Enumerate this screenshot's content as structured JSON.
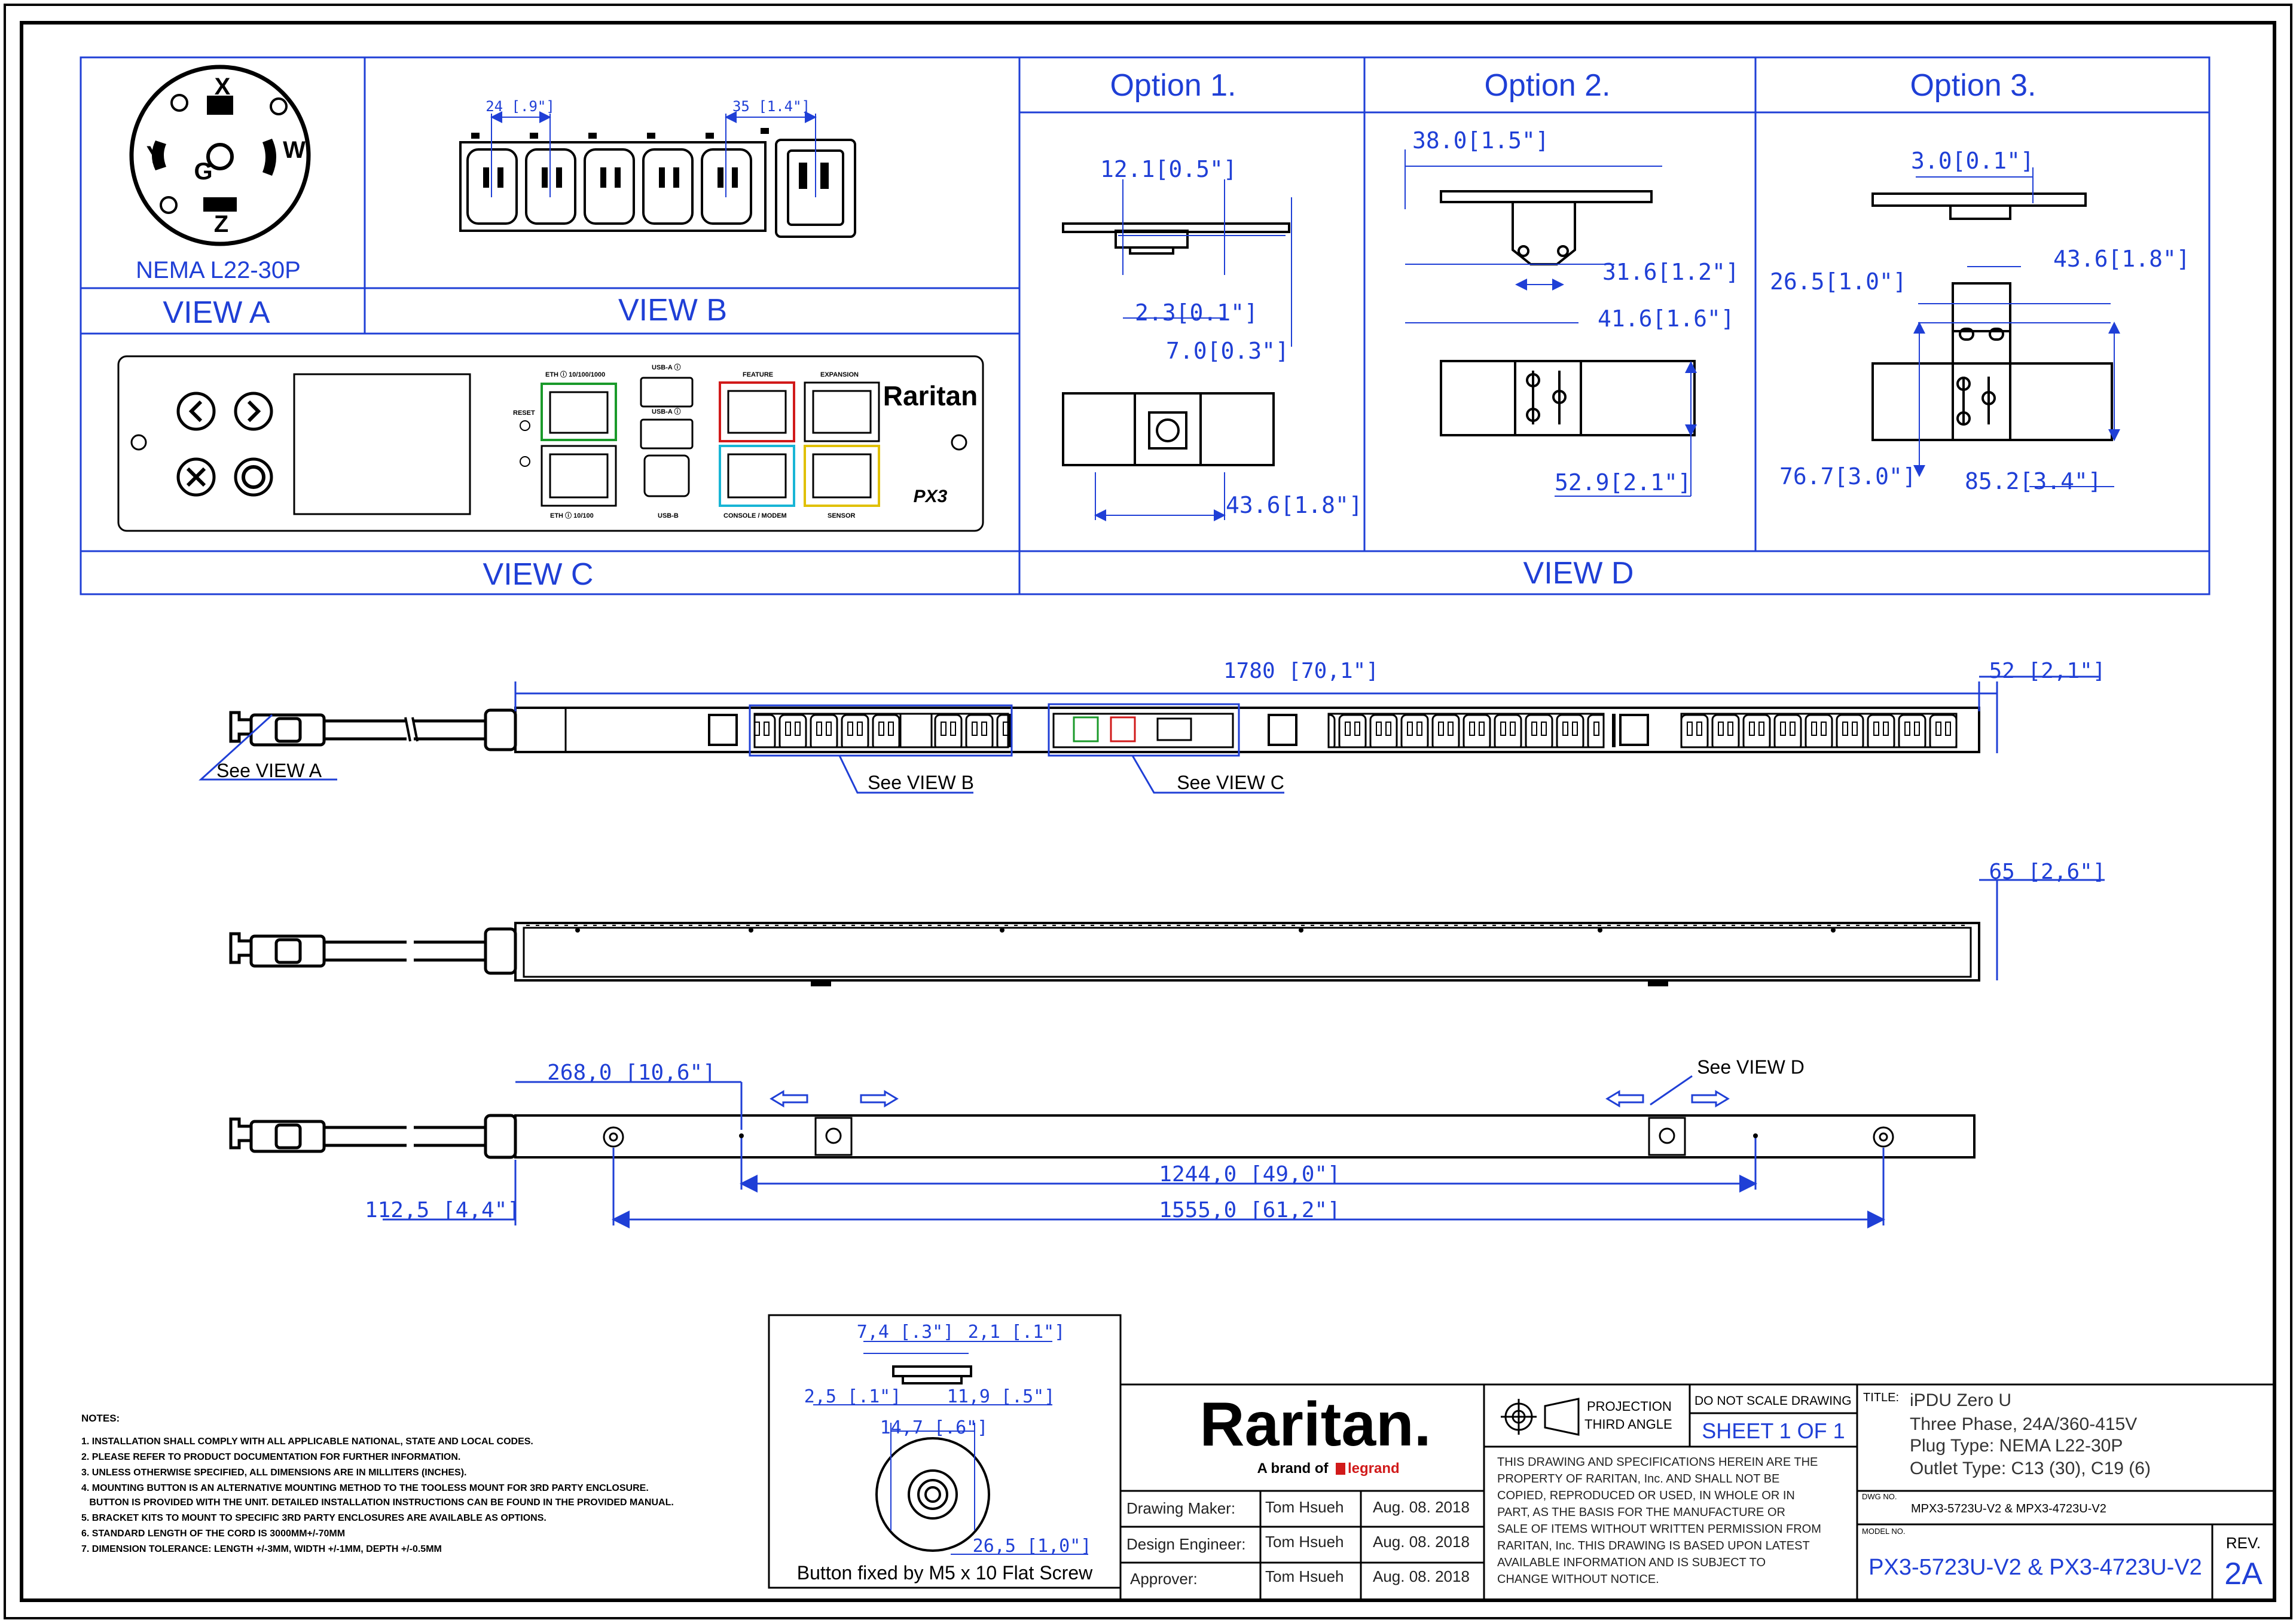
{
  "colors": {
    "frame": "#000000",
    "dimension": "#1f3fd6",
    "label": "#1f3fd6",
    "port_green": "#1a9a2a",
    "port_red": "#d11a1a",
    "port_cyan": "#18b5d5",
    "port_yellow": "#e0c000"
  },
  "views": {
    "view_a": {
      "title": "VIEW A",
      "plug": "NEMA L22-30P",
      "pins": [
        "X",
        "Y",
        "G",
        "W",
        "Z"
      ]
    },
    "view_b": {
      "title": "VIEW B",
      "dim_left": "24 [.9\"]",
      "dim_right": "35 [1.4\"]"
    },
    "view_c": {
      "title": "VIEW C",
      "brand": "Raritan",
      "model_mark": "PX3",
      "port_labels": {
        "eth1": "ETH ⓘ 10/100/1000",
        "usb_a1": "USB-A ⓘ",
        "usb_a2": "USB-A ⓘ",
        "feature": "FEATURE",
        "expansion": "EXPANSION",
        "reset": "RESET",
        "eth2": "ETH ⓘ 10/100",
        "usb_b": "USB-B",
        "console": "CONSOLE / MODEM",
        "sensor": "SENSOR"
      }
    },
    "view_d": {
      "title": "VIEW D",
      "option1": {
        "title": "Option 1.",
        "dims": [
          "12.1[0.5\"]",
          "2.3[0.1\"]",
          "7.0[0.3\"]",
          "43.6[1.8\"]"
        ]
      },
      "option2": {
        "title": "Option  2.",
        "dims": [
          "38.0[1.5\"]",
          "31.6[1.2\"]",
          "41.6[1.6\"]",
          "52.9[2.1\"]"
        ]
      },
      "option3": {
        "title": "Option 3.",
        "dims": [
          "3.0[0.1\"]",
          "43.6[1.8\"]",
          "26.5[1.0\"]",
          "76.7[3.0\"]",
          "85.2[3.4\"]"
        ]
      }
    }
  },
  "main": {
    "dim_length": "1780 [70,1\"]",
    "dim_width": "52 [2,1\"]",
    "dim_depth": "65 [2,6\"]",
    "see_view_a": "See VIEW A",
    "see_view_b": "See VIEW B",
    "see_view_c": "See VIEW C",
    "see_view_d": "See VIEW D",
    "dim_268": "268,0 [10,6\"]",
    "dim_1244": "1244,0 [49,0\"]",
    "dim_112": "112,5 [4,4\"]",
    "dim_1555": "1555,0 [61,2\"]"
  },
  "button_detail": {
    "dims": [
      "7,4 [.3\"]",
      "2,1 [.1\"]",
      "2,5 [.1\"]",
      "11,9 [.5\"]",
      "14,7 [.6\"]",
      "26,5 [1,0\"]"
    ],
    "caption": "Button fixed by M5 x 10 Flat Screw"
  },
  "notes": {
    "title": "NOTES:",
    "items": [
      "1. INSTALLATION SHALL COMPLY WITH ALL APPLICABLE NATIONAL, STATE AND LOCAL CODES.",
      "2. PLEASE REFER TO PRODUCT DOCUMENTATION FOR FURTHER INFORMATION.",
      "3. UNLESS OTHERWISE SPECIFIED, ALL DIMENSIONS ARE IN MILLITERS (INCHES).",
      "4. MOUNTING BUTTON IS AN ALTERNATIVE MOUNTING METHOD TO THE TOOLESS MOUNT FOR 3RD PARTY ENCLOSURE.",
      "   BUTTON IS PROVIDED WITH THE UNIT. DETAILED INSTALLATION INSTRUCTIONS CAN BE FOUND IN THE PROVIDED MANUAL.",
      "5. BRACKET KITS TO MOUNT TO SPECIFIC 3RD PARTY ENCLOSURES ARE AVAILABLE AS OPTIONS.",
      "6. STANDARD LENGTH OF THE CORD IS 3000MM+/-70MM",
      "7. DIMENSION TOLERANCE: LENGTH +/-3MM, WIDTH +/-1MM, DEPTH +/-0.5MM"
    ]
  },
  "title_block": {
    "brand": "Raritan.",
    "brand_sub": "A brand of",
    "brand_sub_logo": "legrand",
    "roles": [
      {
        "role": "Drawing Maker:",
        "name": "Tom Hsueh",
        "date": "Aug. 08. 2018"
      },
      {
        "role": "Design Engineer:",
        "name": "Tom Hsueh",
        "date": "Aug. 08. 2018"
      },
      {
        "role": "Approver:",
        "name": "Tom Hsueh",
        "date": "Aug. 08. 2018"
      }
    ],
    "projection": "PROJECTION",
    "projection2": "THIRD ANGLE",
    "do_not_scale": "DO NOT SCALE DRAWING",
    "sheet": "SHEET 1 OF 1",
    "disclaimer": [
      "THIS DRAWING AND SPECIFICATIONS HEREIN ARE THE",
      "PROPERTY OF RARITAN, Inc. AND SHALL NOT BE",
      "COPIED, REPRODUCED OR USED, IN WHOLE OR IN",
      "PART, AS THE BASIS FOR THE MANUFACTURE OR",
      "SALE OF ITEMS WITHOUT WRITTEN PERMISSION FROM",
      "RARITAN, Inc. THIS DRAWING IS BASED UPON LATEST",
      "AVAILABLE INFORMATION AND IS SUBJECT TO",
      "CHANGE WITHOUT NOTICE."
    ],
    "title_label": "TITLE:",
    "title_lines": [
      "iPDU Zero U",
      "Three Phase, 24A/360-415V",
      "Plug Type: NEMA L22-30P",
      "Outlet Type: C13 (30), C19 (6)"
    ],
    "dwg_label": "DWG NO.",
    "dwg_no": "MPX3-5723U-V2 & MPX3-4723U-V2",
    "model_label": "MODEL NO.",
    "model_no": "PX3-5723U-V2 & PX3-4723U-V2",
    "rev_label": "REV.",
    "rev": "2A"
  }
}
